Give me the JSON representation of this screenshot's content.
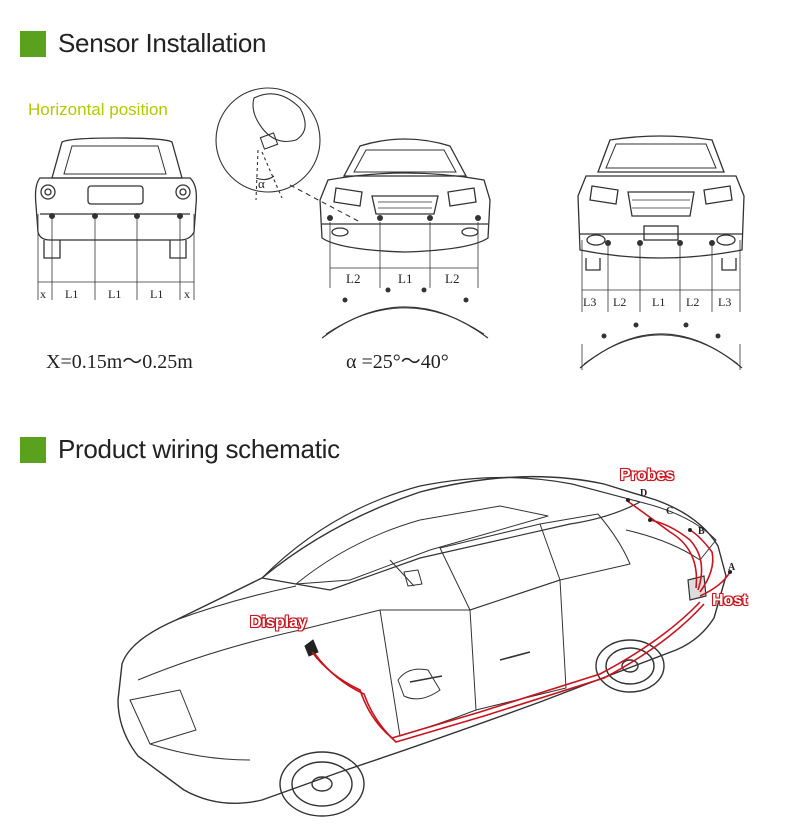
{
  "section1": {
    "title": "Sensor Installation",
    "accent_color": "#5aa21e"
  },
  "horizontal_label": "Horizontal  position",
  "formula_x": "X=0.15m～0.25m",
  "formula_alpha": "α =25°～40°",
  "rear_view": {
    "labels": [
      "x",
      "L1",
      "L1",
      "L1",
      "x"
    ]
  },
  "front_view": {
    "labels": [
      "L2",
      "L1",
      "L2"
    ],
    "angle_label": "α"
  },
  "suv_view": {
    "labels": [
      "L3",
      "L2",
      "L1",
      "L2",
      "L3"
    ]
  },
  "section2": {
    "title": "Product wiring schematic"
  },
  "wiring": {
    "probes": "Probes",
    "display": "Display",
    "host": "Host",
    "probe_letters": [
      "D",
      "C",
      "B",
      "A"
    ],
    "wire_color": "#c8141e"
  }
}
